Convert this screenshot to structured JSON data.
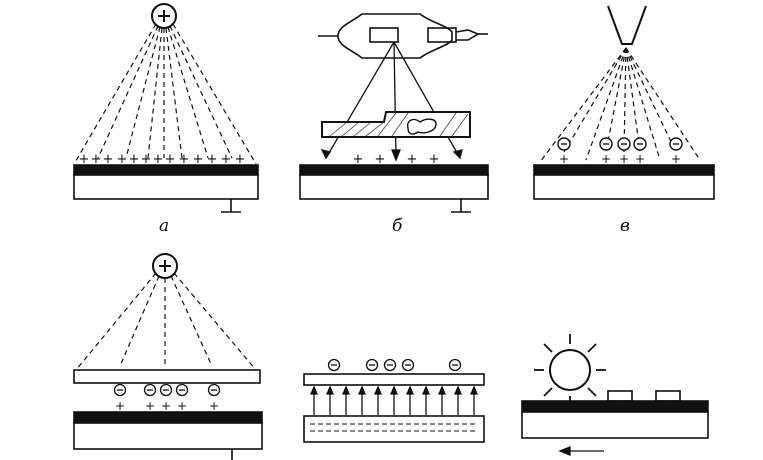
{
  "figure": {
    "captions": {
      "a": "а",
      "b": "б",
      "v": "в"
    },
    "symbols": {
      "positive": "+",
      "negative": "−"
    }
  }
}
